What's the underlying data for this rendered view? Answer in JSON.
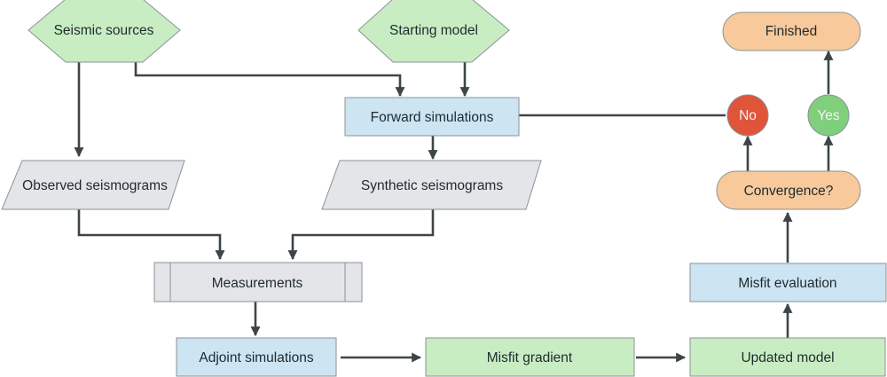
{
  "colors": {
    "green": "#c9edc3",
    "blue": "#cde4f3",
    "grey": "#e3e5e8",
    "orange": "#f8c99a",
    "no_red": "#e0543a",
    "yes_green": "#7fcf7c",
    "edge": "#3d4548"
  },
  "nodes": {
    "seismic_sources": "Seismic sources",
    "starting_model": "Starting model",
    "forward_simulations": "Forward simulations",
    "observed_seismograms": "Observed seismograms",
    "synthetic_seismograms": "Synthetic seismograms",
    "measurements": "Measurements",
    "adjoint_simulations": "Adjoint simulations",
    "misfit_gradient": "Misfit gradient",
    "updated_model": "Updated model",
    "misfit_evaluation": "Misfit evaluation",
    "convergence": "Convergence?",
    "no": "No",
    "yes": "Yes",
    "finished": "Finished"
  }
}
